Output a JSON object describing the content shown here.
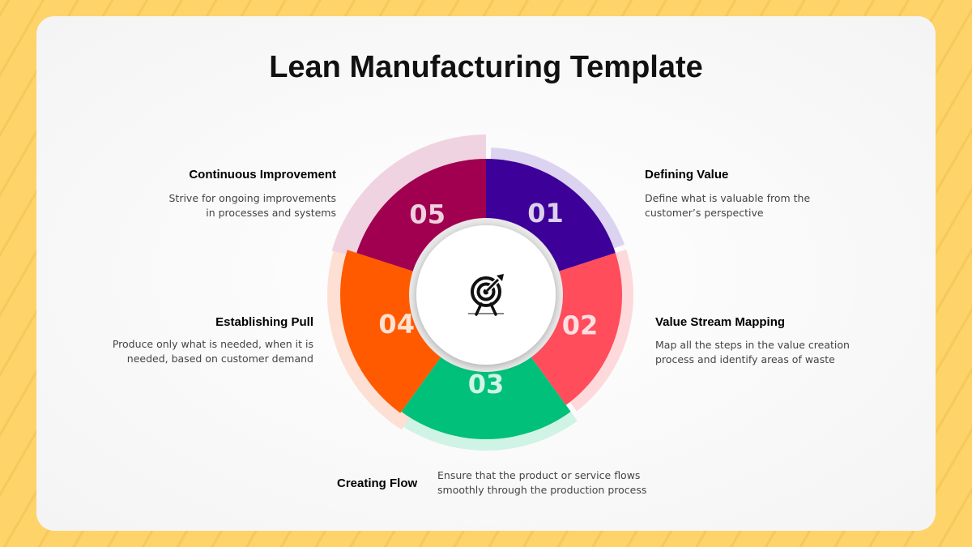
{
  "title": "Lean Manufacturing Template",
  "center_icon": "target-archery-icon",
  "steps": [
    {
      "number": "01",
      "heading": "Defining Value",
      "description_lines": [
        "Define what is valuable from the",
        "customer’s perspective"
      ],
      "color": "#3d0099",
      "glow": "#dcd3f0"
    },
    {
      "number": "02",
      "heading": "Value Stream Mapping",
      "description_lines": [
        "Map all the steps in the value creation",
        "process and identify areas of waste"
      ],
      "color": "#ff4d5c",
      "glow": "#fdd9dc"
    },
    {
      "number": "03",
      "heading": "Creating Flow",
      "description_lines": [
        "Ensure that the product or service flows",
        "smoothly through the production process"
      ],
      "color": "#00c07a",
      "glow": "#cff3e5"
    },
    {
      "number": "04",
      "heading": "Establishing Pull",
      "description_lines": [
        "Produce only what is needed, when it is",
        "needed, based on customer demand"
      ],
      "color": "#ff5a00",
      "glow": "#fde0d3"
    },
    {
      "number": "05",
      "heading": "Continuous Improvement",
      "description_lines": [
        "Strive for ongoing improvements",
        "in processes and systems"
      ],
      "color": "#a0004f",
      "glow": "#f0d3e0"
    }
  ]
}
